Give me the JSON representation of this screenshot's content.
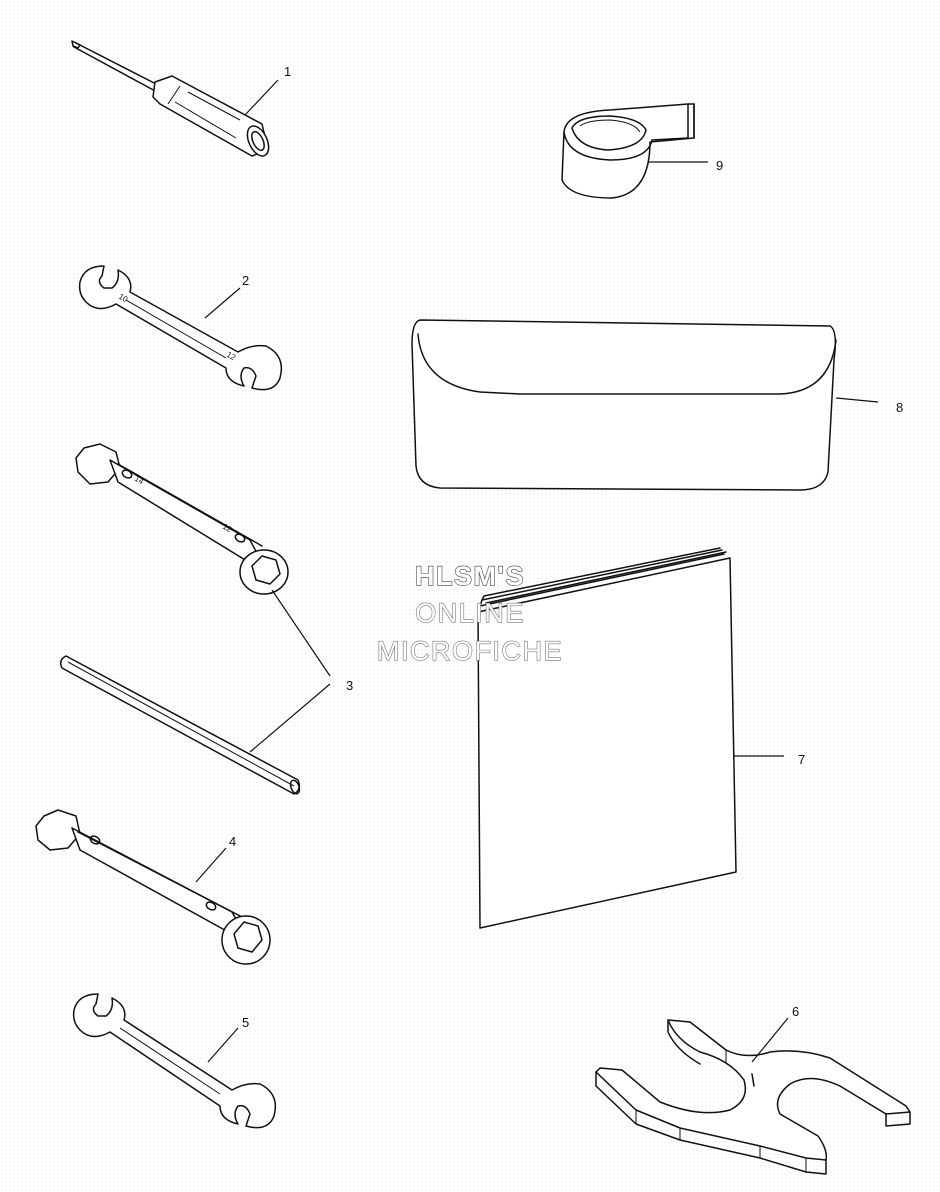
{
  "callouts": [
    {
      "id": "1"
    },
    {
      "id": "2"
    },
    {
      "id": "3"
    },
    {
      "id": "4"
    },
    {
      "id": "5"
    },
    {
      "id": "6"
    },
    {
      "id": "7"
    },
    {
      "id": "8"
    },
    {
      "id": "9"
    }
  ],
  "watermark": {
    "line1": "HLSM'S",
    "line2": "ONLINE",
    "line3": "MICROFICHE"
  },
  "colors": {
    "ink": "#111111",
    "paper": "#ffffff",
    "watermark_outline": "#444444"
  },
  "icons": {
    "part_1": "screwdriver-icon",
    "part_2": "open-end-wrench-icon",
    "part_3": "tube-socket-wrench-and-tommy-bar-icon",
    "part_4": "tube-socket-wrench-icon",
    "part_5": "open-end-wrench-icon",
    "part_6": "spanner-icon",
    "part_7": "owners-manual-icon",
    "part_8": "tool-pouch-icon",
    "part_9": "strap-icon"
  }
}
